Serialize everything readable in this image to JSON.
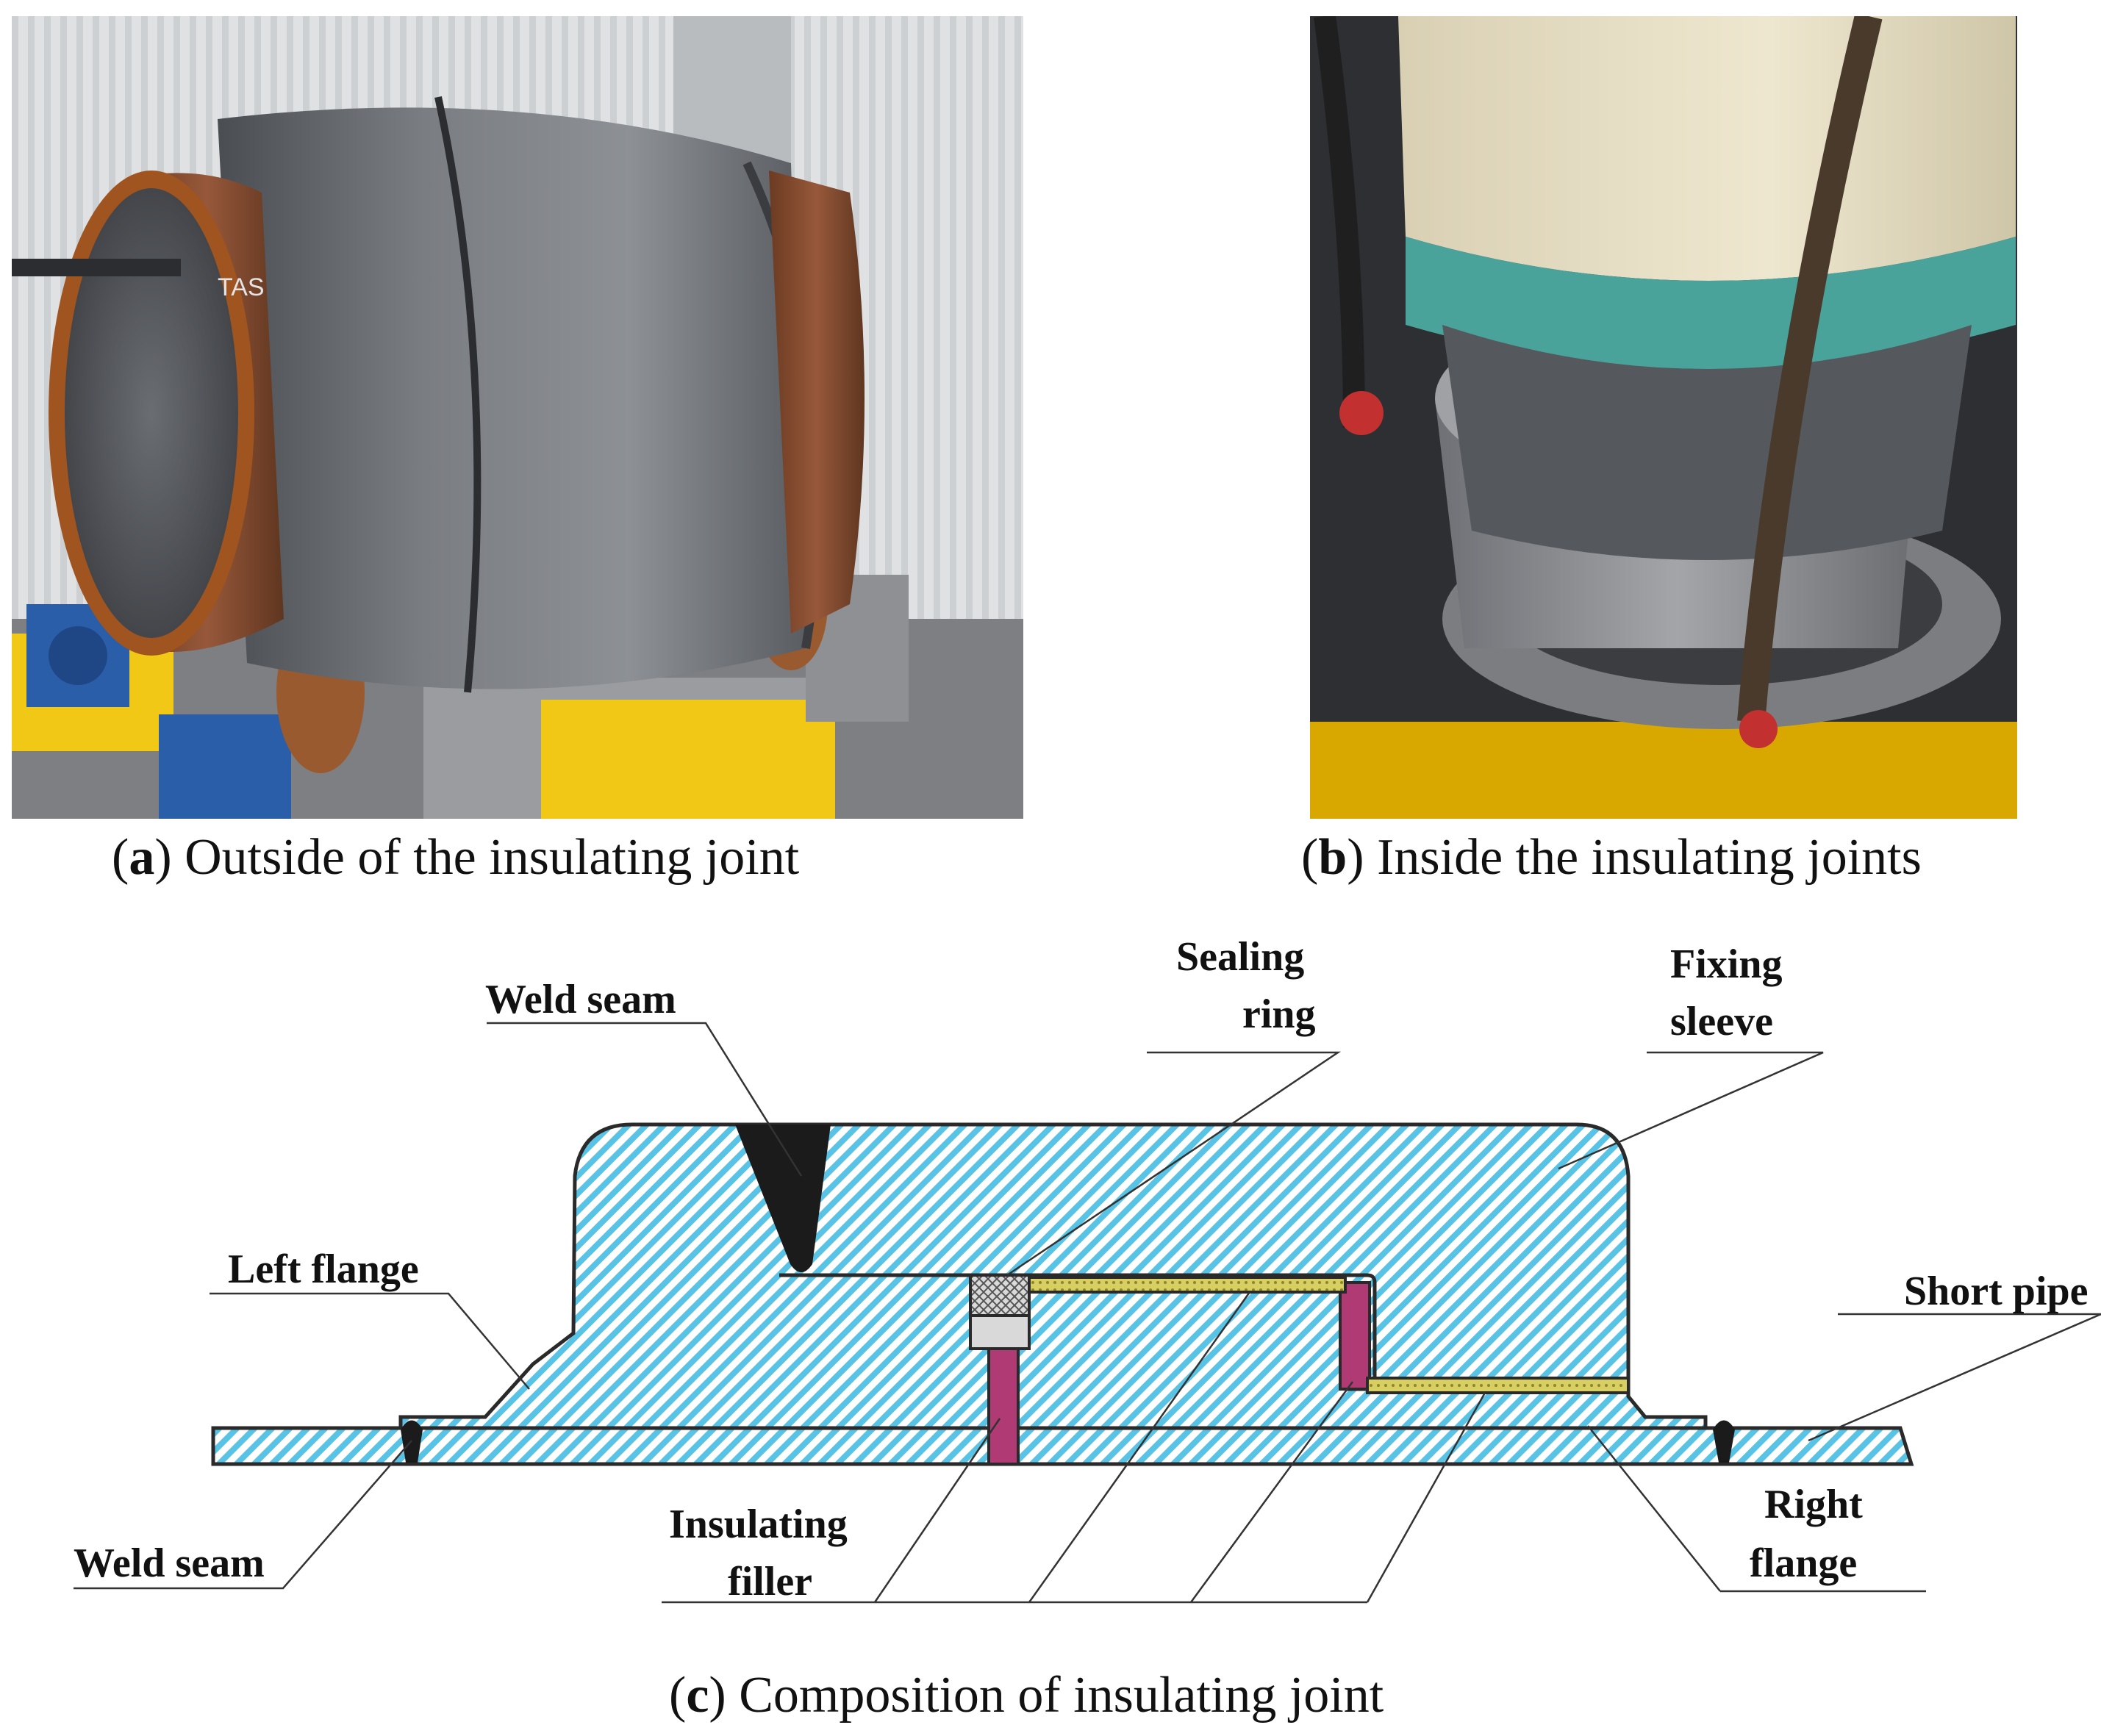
{
  "panels": {
    "a": {
      "letter": "a",
      "caption": "Outside of the insulating joint",
      "marking_text": "TAS"
    },
    "b": {
      "letter": "b",
      "caption": "Inside the insulating joints"
    },
    "c": {
      "letter": "c",
      "caption": "Composition of insulating joint",
      "labels": {
        "weld_seam_top": "Weld seam",
        "sealing_ring_1": "Sealing",
        "sealing_ring_2": "ring",
        "fixing_sleeve_1": "Fixing",
        "fixing_sleeve_2": "sleeve",
        "left_flange": "Left flange",
        "short_pipe": "Short pipe",
        "weld_seam_bottom": "Weld seam",
        "insulating_filler_1": "Insulating",
        "insulating_filler_2": "filler",
        "right_flange_1": "Right",
        "right_flange_2": "flange"
      }
    }
  },
  "colors": {
    "hatch_blue": "#59c3e6",
    "filler_magenta": "#b03a74",
    "ring_yellow": "#d8cf62",
    "weld_black": "#1b1b1b",
    "steel_gray": "#5d6066",
    "rust": "#8a4a2a",
    "equipment_yellow": "#f2c817",
    "equipment_blue": "#2a5ea8"
  }
}
